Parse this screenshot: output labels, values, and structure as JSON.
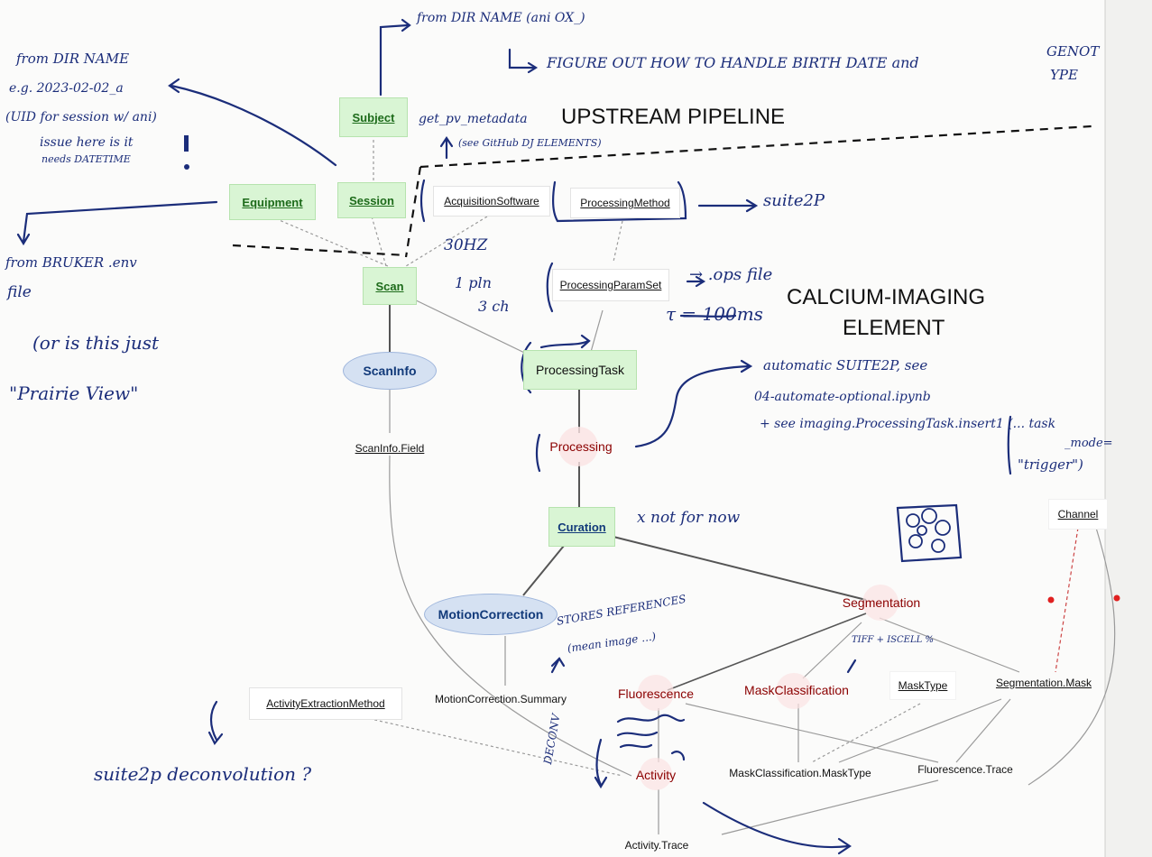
{
  "diagram": {
    "titles": {
      "upstream": "UPSTREAM PIPELINE",
      "calcium_line1": "CALCIUM-IMAGING",
      "calcium_line2": "ELEMENT"
    },
    "nodes": {
      "subject": "Subject",
      "equipment": "Equipment",
      "session": "Session",
      "acquisition_software": "AcquisitionSoftware",
      "processing_method": "ProcessingMethod",
      "scan": "Scan",
      "processing_param_set": "ProcessingParamSet",
      "scan_info": "ScanInfo",
      "processing_task": "ProcessingTask",
      "scan_info_field": "ScanInfo.Field",
      "processing": "Processing",
      "curation": "Curation",
      "channel": "Channel",
      "motion_correction": "MotionCorrection",
      "segmentation": "Segmentation",
      "activity_extraction_method": "ActivityExtractionMethod",
      "motion_correction_summary": "MotionCorrection.Summary",
      "fluorescence": "Fluorescence",
      "mask_classification": "MaskClassification",
      "mask_type": "MaskType",
      "segmentation_mask": "Segmentation.Mask",
      "activity": "Activity",
      "mask_classification_mask_type": "MaskClassification.MaskType",
      "fluorescence_trace": "Fluorescence.Trace",
      "activity_trace": "Activity.Trace"
    }
  },
  "notes": {
    "dir_name_left_1": "from DIR NAME",
    "dir_name_left_2": "e.g. 2023-02-02_a",
    "dir_name_left_3": "(UID for session w/ ani)",
    "dir_name_left_4": "issue here is it",
    "dir_name_left_5": "needs DATETIME",
    "dir_name_top": "from DIR NAME (ani OX_)",
    "figure_out_1": "FIGURE OUT HOW TO HANDLE BIRTH DATE and",
    "figure_out_2": "GENOT",
    "figure_out_3": "YPE",
    "get_metadata": "get_pv_metadata",
    "see_github": "(see GitHub DJ ELEMENTS)",
    "suite2p": "suite2P",
    "from_bruker_1": "from BRUKER .env",
    "from_bruker_2": "file",
    "prairie_1": "(or is this just",
    "prairie_2": "\"Prairie View\"",
    "hz": "30HZ",
    "plane": "1 pln",
    "channels": "3 ch",
    "ops_file": "→ .ops file",
    "tau": "τ = 100ms",
    "automatic_1": "automatic SUITE2P, see",
    "automatic_2": "04-automate-optional.ipynb",
    "automatic_3": "+ see imaging.ProcessingTask.insert1 (... task",
    "automatic_4": "_mode=",
    "automatic_5": "\"trigger\")",
    "not_for_now": "x  not for now",
    "stores_1": "STORES REFERENCES",
    "stores_2": "(mean image ...)",
    "tiff": "TIFF + ISCELL %",
    "deconv": "DECONV",
    "suite2p_deconv": "suite2p  deconvolution ?"
  },
  "colors": {
    "manual_fill": "#d9f5d4",
    "lookup_fill": "#ffffff",
    "imported_fill": "#d5e1f2",
    "computed_text": "#8b0000",
    "pen": "#1b2d7a"
  }
}
